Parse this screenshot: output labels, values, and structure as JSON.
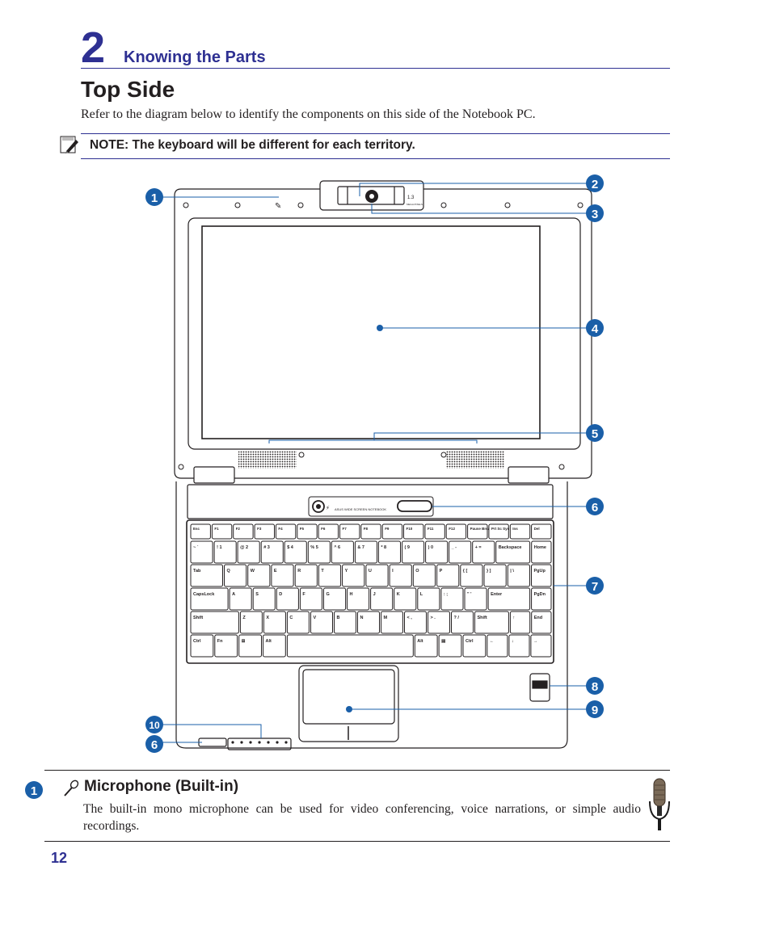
{
  "header": {
    "chapter_number": "2",
    "chapter_title": "Knowing the Parts"
  },
  "page_title": "Top Side",
  "intro_text": "Refer to the diagram below to identify the components on this side of the Notebook PC.",
  "note": {
    "icon": "note-pencil-icon",
    "text": "NOTE: The keyboard will be different for each territory."
  },
  "diagram": {
    "callouts": [
      "1",
      "2",
      "3",
      "4",
      "5",
      "6",
      "7",
      "8",
      "9",
      "10",
      "6"
    ],
    "camera_label": "1.3",
    "camera_sublabel": "MEGA PIXELS",
    "front_label": "ASUS WIDE SCREEN NOTEBOOK",
    "function_keys": [
      "Esc",
      "F1",
      "F2",
      "F3",
      "F4",
      "F5",
      "F6",
      "F7",
      "F8",
      "F9",
      "F10",
      "F11",
      "F12",
      "Pause Break",
      "Prt Sc Sys Rq",
      "Ins",
      "Del"
    ],
    "number_row": [
      "~ `",
      "! 1",
      "@ 2",
      "# 3",
      "$ 4",
      "% 5",
      "^ 6",
      "& 7",
      "* 8",
      "( 9",
      ") 0",
      "_ -",
      "+ =",
      "Backspace",
      "Home"
    ],
    "qwerty_row": [
      "Tab",
      "Q",
      "W",
      "E",
      "R",
      "T",
      "Y",
      "U",
      "I",
      "O",
      "P",
      "{ [",
      "} ]",
      "| \\",
      "PgUp"
    ],
    "home_row": [
      "CapsLock",
      "A",
      "S",
      "D",
      "F",
      "G",
      "H",
      "J",
      "K",
      "L",
      ": ;",
      "\" '",
      "Enter",
      "PgDn"
    ],
    "shift_row": [
      "Shift",
      "Z",
      "X",
      "C",
      "V",
      "B",
      "N",
      "M",
      "< ,",
      "> .",
      "? /",
      "Shift",
      "↑",
      "End"
    ],
    "bottom_row": [
      "Ctrl",
      "Fn",
      "⊞",
      "Alt",
      "",
      "Alt",
      "▤",
      "Ctrl",
      "←",
      "↓",
      "→"
    ]
  },
  "section": {
    "number": "1",
    "icon": "microphone-icon",
    "title": "Microphone (Built-in)",
    "body": "The built-in mono microphone can be used for video conferencing, voice narrations, or simple audio recordings."
  },
  "page_number": "12",
  "colors": {
    "accent": "#2e3092",
    "callout": "#1a5fa8",
    "text": "#231f20"
  }
}
